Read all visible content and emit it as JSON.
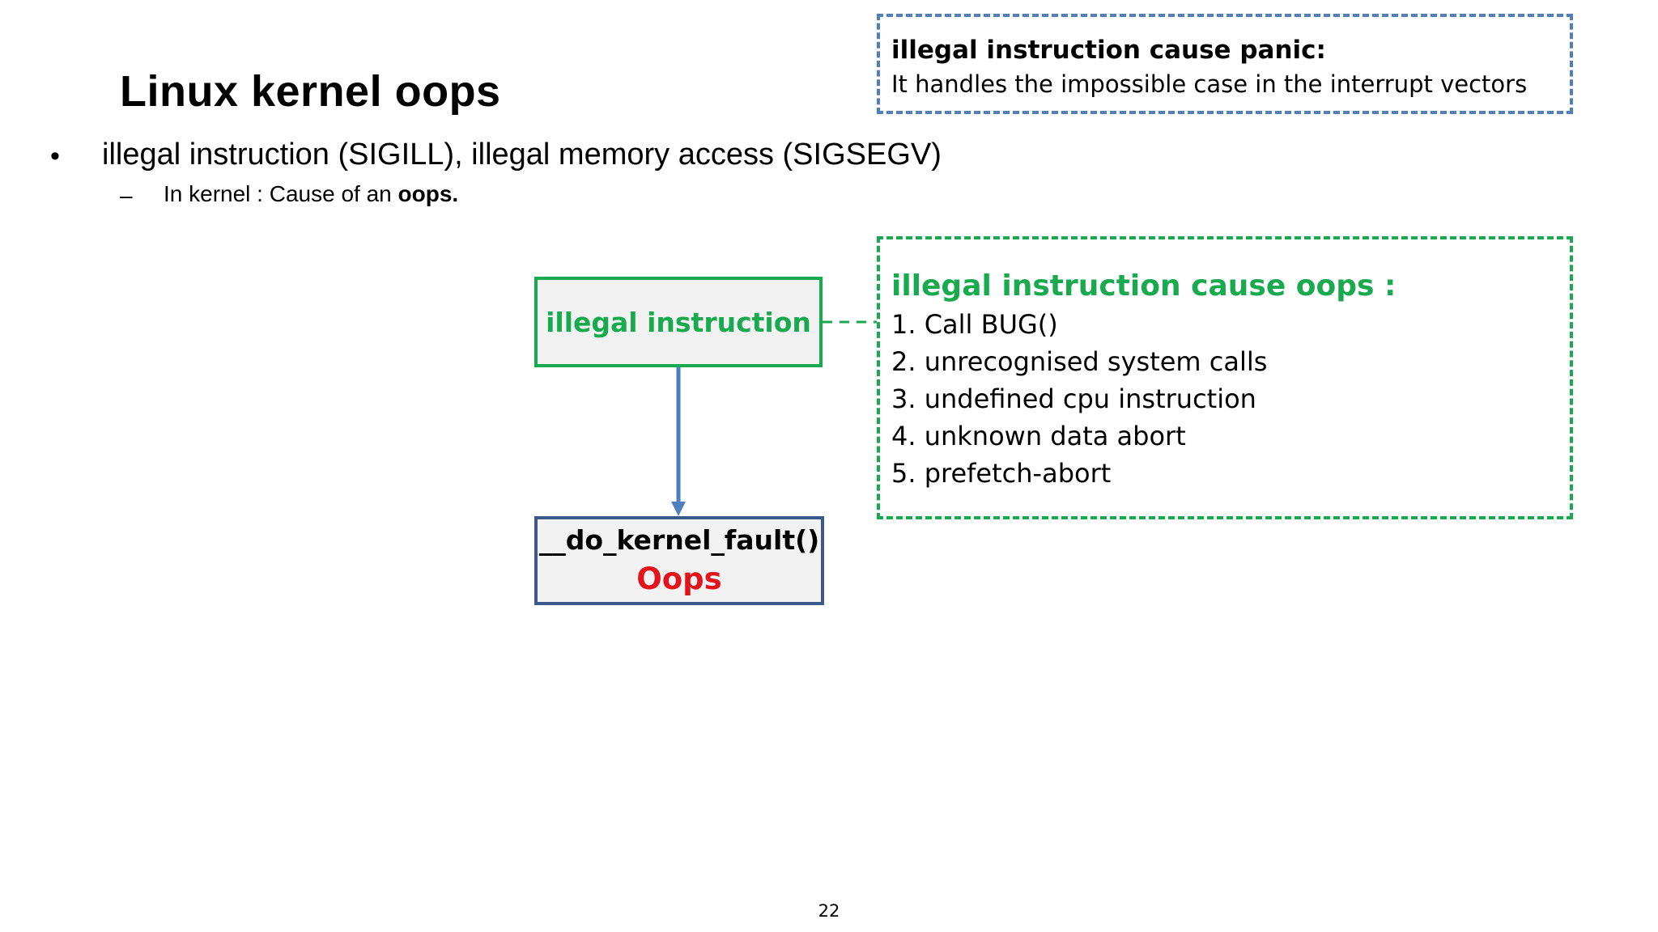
{
  "slide": {
    "title": "Linux kernel oops",
    "bullet": "illegal instruction (SIGILL), illegal memory access (SIGSEGV)",
    "sub_bullet": {
      "prefix": "In kernel : Cause of an ",
      "bold": "oops."
    },
    "page_number": "22"
  },
  "panic_callout": {
    "title": "illegal instruction cause panic:",
    "body": "It handles the impossible case in the interrupt vectors"
  },
  "oops_callout": {
    "title": "illegal instruction cause oops :",
    "items": [
      "1. Call  BUG()",
      "2. unrecognised system calls",
      "3. undefined cpu instruction",
      "4. unknown data abort",
      "5. prefetch-abort"
    ]
  },
  "diagram": {
    "source_node": "illegal instruction",
    "target_node": {
      "label": "__do_kernel_fault()",
      "result": "Oops"
    }
  },
  "colors": {
    "green": "#19aa4f",
    "blue_dashed": "#4f7fbf",
    "arrow_blue": "#4f7fbf",
    "target_border": "#3a5a8c",
    "oops_red": "#e0141a",
    "node_fill": "#f2f2f2"
  }
}
